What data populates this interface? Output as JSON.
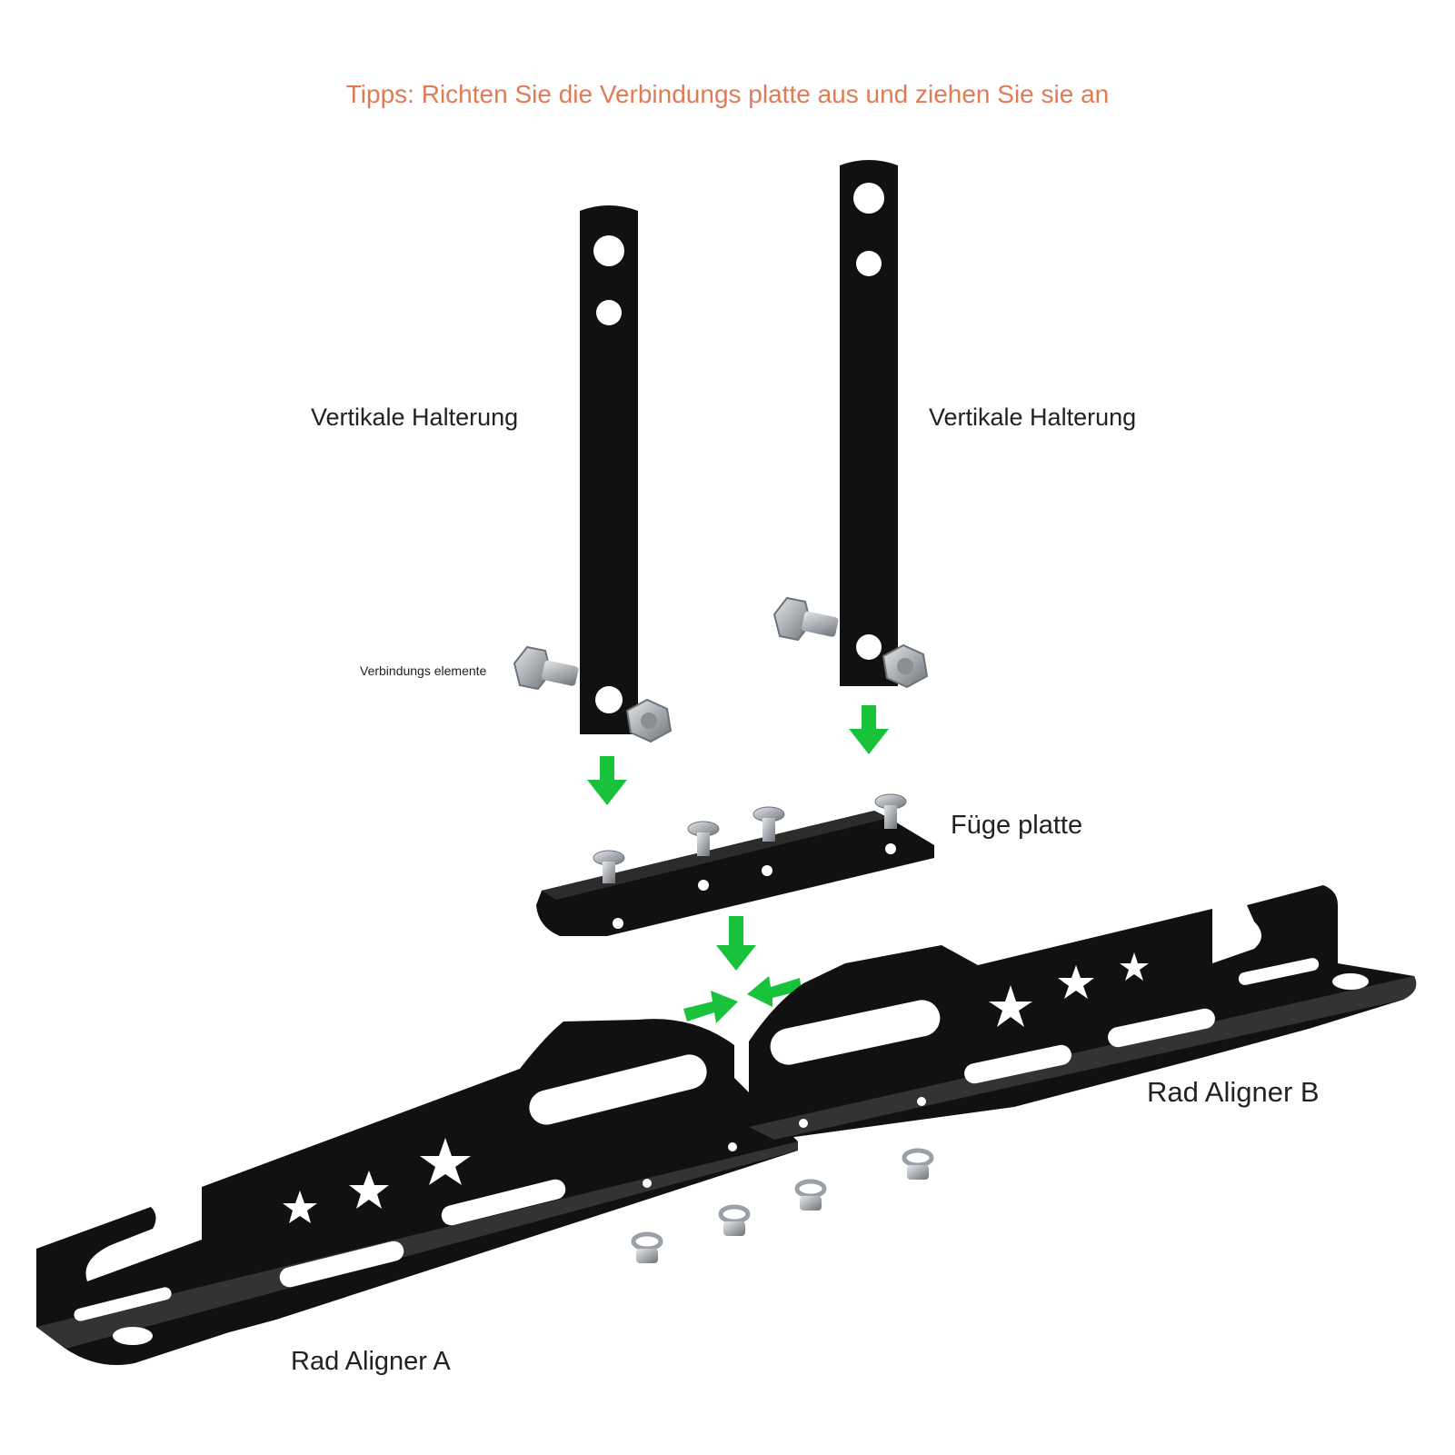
{
  "tip": {
    "text": "Tipps: Richten Sie die Verbindungs platte aus und ziehen Sie sie an",
    "color": "#E07B55"
  },
  "labels": {
    "vertical_left": "Vertikale Halterung",
    "vertical_right": "Vertikale Halterung",
    "fasteners": "Verbindungs elemente",
    "joint_plate": "Füge platte",
    "aligner_a": "Rad Aligner A",
    "aligner_b": "Rad Aligner B"
  },
  "colors": {
    "metal": "#111111",
    "arrow": "#18C23A",
    "steel": "#B8BCC0",
    "text": "#222222"
  },
  "icons": [
    "bolt-icon",
    "nut-icon",
    "screw-icon",
    "washer-icon",
    "arrow-down-icon",
    "arrow-right-icon",
    "arrow-left-icon",
    "star-icon"
  ]
}
